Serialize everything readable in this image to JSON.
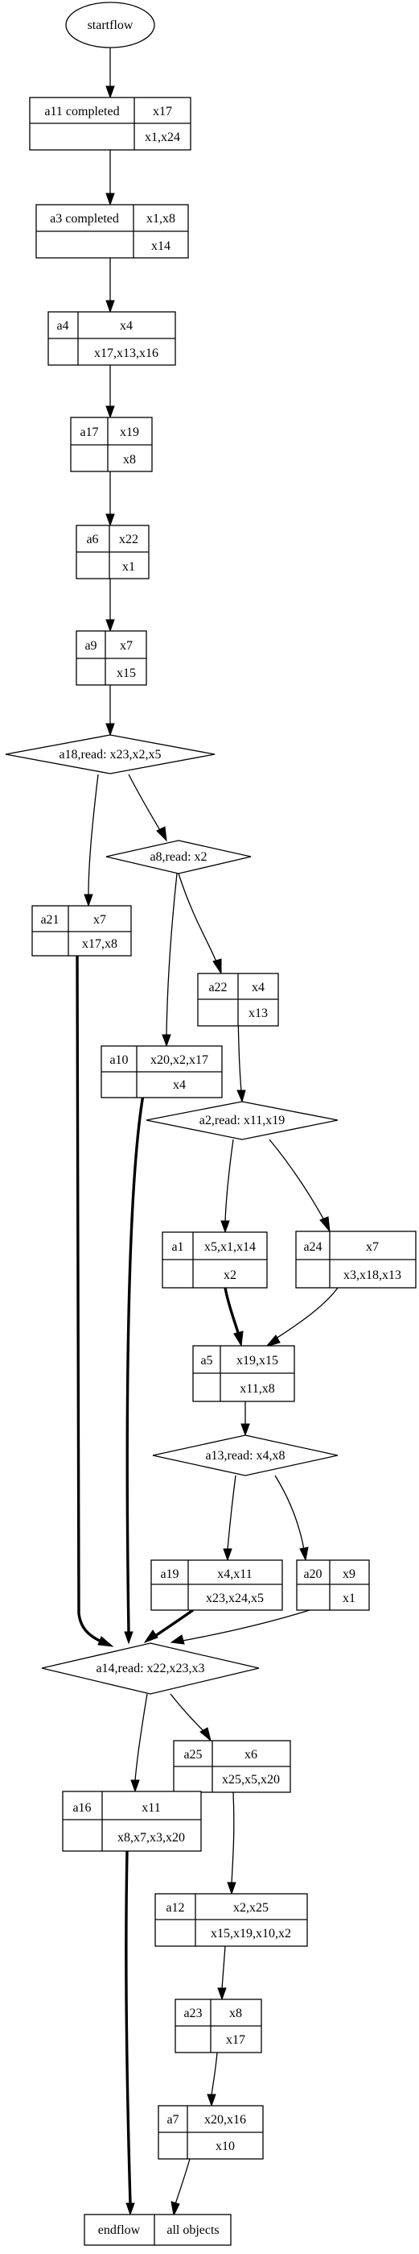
{
  "nodes": {
    "start": {
      "label": "startflow"
    },
    "a11": {
      "name": "a11 completed",
      "top": "x17",
      "bottom": "x1,x24"
    },
    "a3": {
      "name": "a3 completed",
      "top": "x1,x8",
      "bottom": "x14"
    },
    "a4": {
      "name": "a4",
      "top": "x4",
      "bottom": "x17,x13,x16"
    },
    "a17": {
      "name": "a17",
      "top": "x19",
      "bottom": "x8"
    },
    "a6": {
      "name": "a6",
      "top": "x22",
      "bottom": "x1"
    },
    "a9": {
      "name": "a9",
      "top": "x7",
      "bottom": "x15"
    },
    "a18": {
      "label": "a18,read: x23,x2,x5"
    },
    "a8": {
      "label": "a8,read: x2"
    },
    "a21": {
      "name": "a21",
      "top": "x7",
      "bottom": "x17,x8"
    },
    "a22": {
      "name": "a22",
      "top": "x4",
      "bottom": "x13"
    },
    "a10": {
      "name": "a10",
      "top": "x20,x2,x17",
      "bottom": "x4"
    },
    "a2": {
      "label": "a2,read: x11,x19"
    },
    "a1": {
      "name": "a1",
      "top": "x5,x1,x14",
      "bottom": "x2"
    },
    "a24": {
      "name": "a24",
      "top": "x7",
      "bottom": "x3,x18,x13"
    },
    "a5": {
      "name": "a5",
      "top": "x19,x15",
      "bottom": "x11,x8"
    },
    "a13": {
      "label": "a13,read: x4,x8"
    },
    "a19": {
      "name": "a19",
      "top": "x4,x11",
      "bottom": "x23,x24,x5"
    },
    "a20": {
      "name": "a20",
      "top": "x9",
      "bottom": "x1"
    },
    "a14": {
      "label": "a14,read: x22,x23,x3"
    },
    "a25": {
      "name": "a25",
      "top": "x6",
      "bottom": "x25,x5,x20"
    },
    "a16": {
      "name": "a16",
      "top": "x11",
      "bottom": "x8,x7,x3,x20"
    },
    "a12": {
      "name": "a12",
      "top": "x2,x25",
      "bottom": "x15,x19,x10,x2"
    },
    "a23": {
      "name": "a23",
      "top": "x8",
      "bottom": "x17"
    },
    "a7": {
      "name": "a7",
      "top": "x20,x16",
      "bottom": "x10"
    },
    "end": {
      "name": "endflow",
      "top": "all objects"
    }
  }
}
